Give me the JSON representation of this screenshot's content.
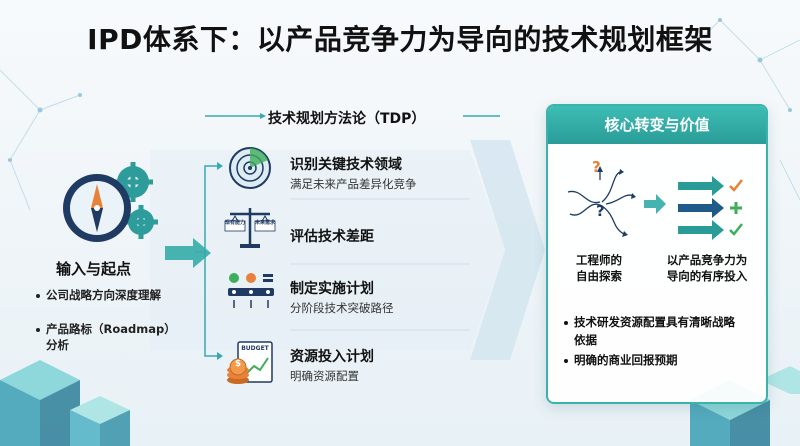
{
  "title": "IPD体系下：以产品竞争力为导向的技术规划框架",
  "left": {
    "heading": "输入与起点",
    "bullets": [
      "公司战略方向深度理解",
      "产品路标（Roadmap）",
      "分析"
    ]
  },
  "method": {
    "title": "技术规划方法论（TDP）",
    "steps": [
      {
        "name": "识别关键技术领域",
        "desc": "满足未来产品差异化竞争",
        "icon": "radar-icon"
      },
      {
        "name": "评估技术差距",
        "desc": "",
        "icon": "balance-scale-icon"
      },
      {
        "name": "制定实施计划",
        "desc": "分阶段技术突破路径",
        "icon": "timeline-icon"
      },
      {
        "name": "资源投入计划",
        "desc": "明确资源配置",
        "icon": "budget-coins-icon"
      }
    ],
    "scale_labels": {
      "left": "现有能力",
      "right": "未来需求"
    },
    "budget_label": "BUDGET",
    "coin_symbol": "$"
  },
  "panel": {
    "header": "核心转变与价值",
    "left_caption": [
      "工程师的",
      "自由探索"
    ],
    "right_caption": [
      "以产品竞争力为",
      "导向的有序投入"
    ],
    "question_mark": "?",
    "bullets": [
      "技术研发资源配置具有清晰战略",
      "依据",
      "明确的商业回报预期"
    ]
  },
  "colors": {
    "teal": "#2a9c98",
    "navy": "#1f3a63",
    "orange": "#e8823a",
    "green": "#3fae5a"
  }
}
